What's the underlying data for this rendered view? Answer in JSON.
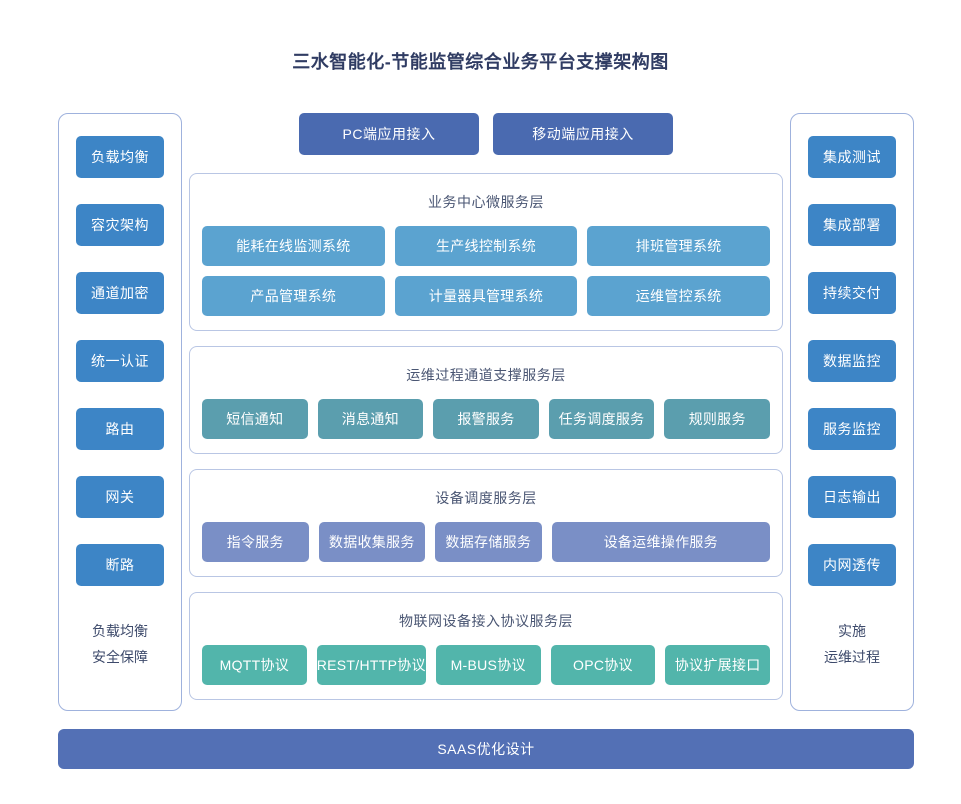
{
  "title": "三水智能化-节能监管综合业务平台支撑架构图",
  "colors": {
    "title_text": "#303c63",
    "sidebar_chip": "#3d85c6",
    "access_button": "#4a6ab0",
    "business_layer_node": "#5ba3d0",
    "support_layer_node": "#5b9eae",
    "device_layer_node": "#7a8fc6",
    "protocol_layer_node": "#52b5ab",
    "saas_bar": "#5370b5",
    "panel_border": "#9fb2dd",
    "layer_border": "#b9c6e4",
    "background": "#ffffff"
  },
  "left_panel": {
    "chips": [
      {
        "label": "负载均衡"
      },
      {
        "label": "容灾架构"
      },
      {
        "label": "通道加密"
      },
      {
        "label": "统一认证"
      },
      {
        "label": "路由"
      },
      {
        "label": "网关"
      },
      {
        "label": "断路"
      }
    ],
    "footnote_line1": "负载均衡",
    "footnote_line2": "安全保障"
  },
  "right_panel": {
    "chips": [
      {
        "label": "集成测试"
      },
      {
        "label": "集成部署"
      },
      {
        "label": "持续交付"
      },
      {
        "label": "数据监控"
      },
      {
        "label": "服务监控"
      },
      {
        "label": "日志输出"
      },
      {
        "label": "内网透传"
      }
    ],
    "footnote_line1": "实施",
    "footnote_line2": "运维过程"
  },
  "access_buttons": [
    {
      "label": "PC端应用接入"
    },
    {
      "label": "移动端应用接入"
    }
  ],
  "layers": [
    {
      "id": "business-center-microservice-layer",
      "title": "业务中心微服务层",
      "rows": [
        [
          {
            "label": "能耗在线监测系统"
          },
          {
            "label": "生产线控制系统"
          },
          {
            "label": "排班管理系统"
          }
        ],
        [
          {
            "label": "产品管理系统"
          },
          {
            "label": "计量器具管理系统"
          },
          {
            "label": "运维管控系统"
          }
        ]
      ]
    },
    {
      "id": "ops-channel-support-service-layer",
      "title": "运维过程通道支撑服务层",
      "rows": [
        [
          {
            "label": "短信通知"
          },
          {
            "label": "消息通知"
          },
          {
            "label": "报警服务"
          },
          {
            "label": "任务调度服务"
          },
          {
            "label": "规则服务"
          }
        ]
      ]
    },
    {
      "id": "device-scheduling-service-layer",
      "title": "设备调度服务层",
      "rows": [
        [
          {
            "label": "指令服务"
          },
          {
            "label": "数据收集服务"
          },
          {
            "label": "数据存储服务"
          },
          {
            "label": "设备运维操作服务",
            "wide": true
          }
        ]
      ]
    },
    {
      "id": "iot-device-protocol-service-layer",
      "title": "物联网设备接入协议服务层",
      "rows": [
        [
          {
            "label": "MQTT协议"
          },
          {
            "label": "REST/HTTP协议"
          },
          {
            "label": "M-BUS协议"
          },
          {
            "label": "OPC协议"
          },
          {
            "label": "协议扩展接口"
          }
        ]
      ]
    }
  ],
  "saas_bar": {
    "label": "SAAS优化设计"
  }
}
